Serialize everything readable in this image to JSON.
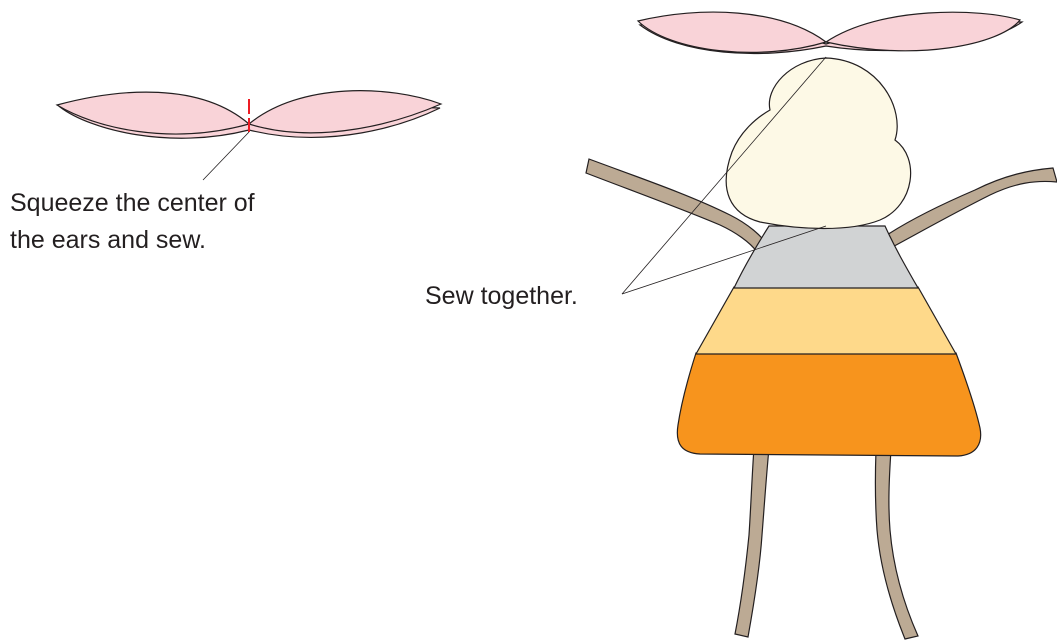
{
  "labels": {
    "squeeze_line_1": "Squeeze the center of",
    "squeeze_line_2": "the ears and sew.",
    "sew_together": "Sew together."
  },
  "colors": {
    "ear_pink": "#f9d3d8",
    "face_cream": "#fdf9e6",
    "shirt_gray": "#d1d3d4",
    "band_yellow": "#fed98a",
    "band_orange": "#f7941d",
    "limb_tan": "#bcaa94",
    "stitch_red": "#ed1c24",
    "outline": "#231f20"
  }
}
